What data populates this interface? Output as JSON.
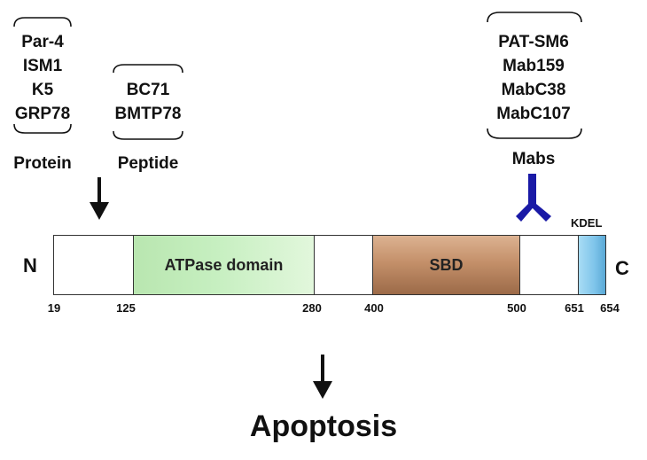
{
  "groups": {
    "protein": {
      "items": [
        "Par-4",
        "ISM1",
        "K5",
        "GRP78"
      ],
      "label": "Protein"
    },
    "peptide": {
      "items": [
        "BC71",
        "BMTP78"
      ],
      "label": "Peptide"
    },
    "mabs": {
      "items": [
        "PAT-SM6",
        "Mab159",
        "MabC38",
        "MabC107"
      ],
      "label": "Mabs"
    }
  },
  "protein_bar": {
    "n_label": "N",
    "c_label": "C",
    "domains": [
      {
        "label": "",
        "start": 19,
        "end": 125,
        "color": "#ffffff"
      },
      {
        "label": "ATPase domain",
        "start": 125,
        "end": 280,
        "color": "#c6efc0"
      },
      {
        "label": "",
        "start": 280,
        "end": 400,
        "color": "#ffffff"
      },
      {
        "label": "SBD",
        "start": 400,
        "end": 500,
        "color": "#c4906a"
      },
      {
        "label": "",
        "start": 500,
        "end": 651,
        "color": "#ffffff"
      },
      {
        "label": "",
        "start": 651,
        "end": 654,
        "color": "#7ec4ea"
      }
    ],
    "kdel_label": "KDEL",
    "positions": [
      "19",
      "125",
      "280",
      "400",
      "500",
      "651",
      "654"
    ]
  },
  "antibody_color": "#1a1aa6",
  "outcome": "Apoptosis"
}
